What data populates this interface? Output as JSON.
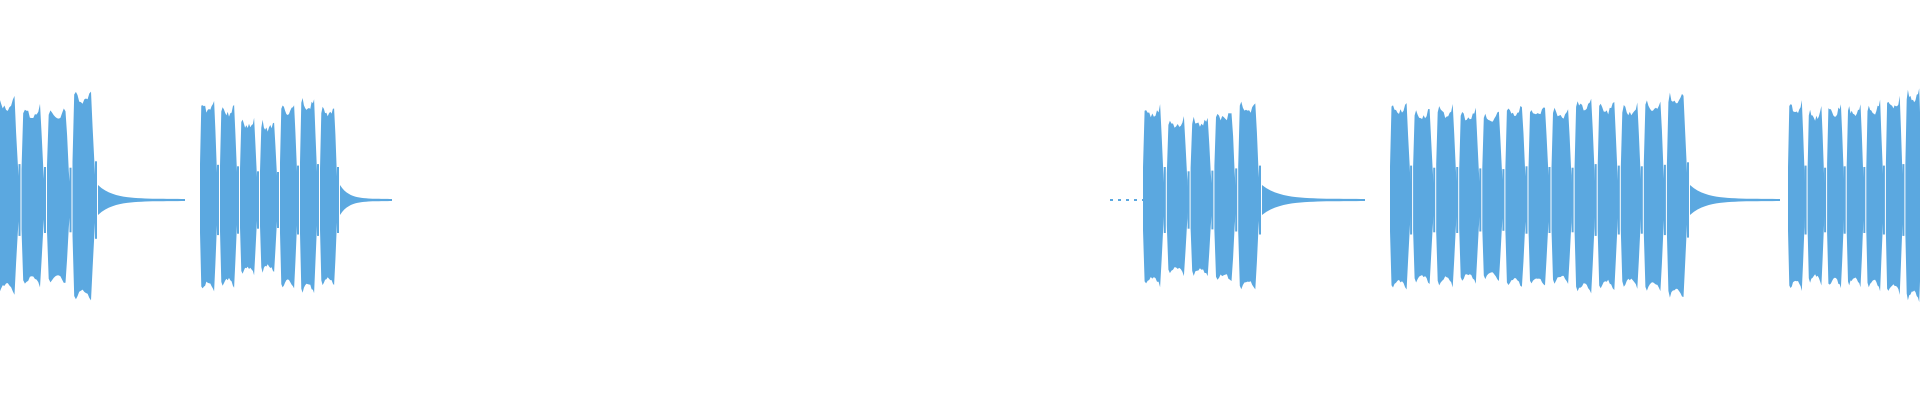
{
  "waveform": {
    "color": "#5ba8e0",
    "background": "#ffffff",
    "bursts": [
      {
        "pulses": [
          1,
          0.92,
          0.9,
          1.08
        ],
        "tail": "right"
      },
      {
        "pulses": [
          0.98,
          0.94,
          0.8,
          0.78,
          0.96,
          1.0,
          0.92
        ],
        "tail": "right"
      },
      {
        "pulses": [
          0.92,
          0.8,
          0.82,
          0.88,
          0.96
        ],
        "tail": "both"
      },
      {
        "pulses": [
          0.96,
          0.9,
          0.92,
          0.88,
          0.86,
          0.94,
          0.92,
          0.9,
          1.0,
          0.96,
          0.94,
          0.98,
          1.05
        ],
        "tail": "right"
      },
      {
        "pulses": [
          0.96,
          0.9,
          0.94,
          0.92,
          0.96,
          1.0,
          1.08
        ],
        "tail": "none"
      }
    ]
  }
}
